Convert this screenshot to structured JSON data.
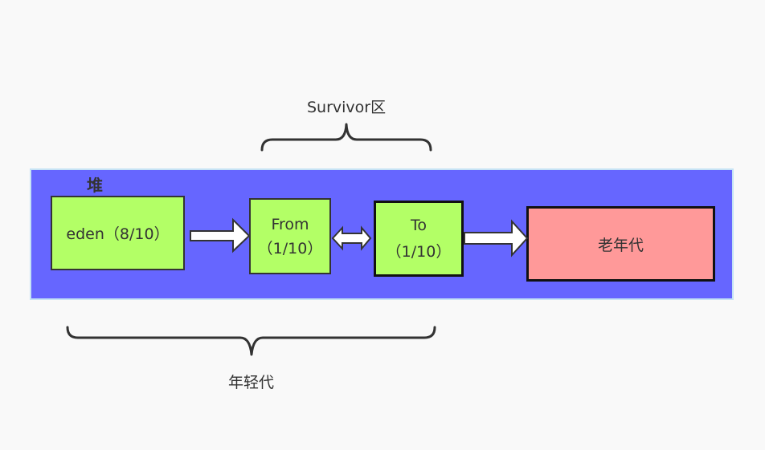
{
  "colors": {
    "heap_fill": "#6666ff",
    "young_box_fill": "#b3ff66",
    "old_box_fill": "#ff9999",
    "arrow_fill": "#ffffff",
    "stroke": "#333333",
    "brace": "#333333"
  },
  "diagram": {
    "heap_label": "堆",
    "eden": {
      "label": "eden（8/10）"
    },
    "from": {
      "line1": "From",
      "line2": "（1/10）"
    },
    "to": {
      "line1": "To",
      "line2": "（1/10）"
    },
    "old": {
      "label": "老年代"
    },
    "survivor_label": "Survivor区",
    "young_label": "年轻代"
  }
}
